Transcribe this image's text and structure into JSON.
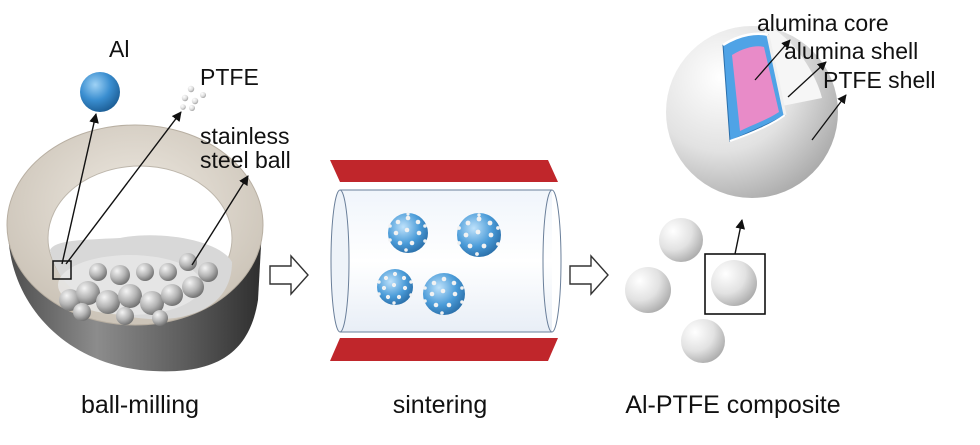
{
  "labels": {
    "al": "Al",
    "ptfe": "PTFE",
    "stainless_line1": "stainless",
    "stainless_line2": "steel ball",
    "alumina_core": "alumina core",
    "alumina_shell": "alumina shell",
    "ptfe_shell": "PTFE shell"
  },
  "captions": {
    "ball_milling": "ball-milling",
    "sintering": "sintering",
    "composite": "Al-PTFE composite"
  },
  "colors": {
    "al_particle": "#3a8ed0",
    "heater_plate": "#c0262b",
    "alumina_core": "#e88bc8",
    "alumina_shell": "#4fa3e6",
    "ptfe_sphere": "#e6e6e6",
    "jar": "#d9d2c8"
  }
}
